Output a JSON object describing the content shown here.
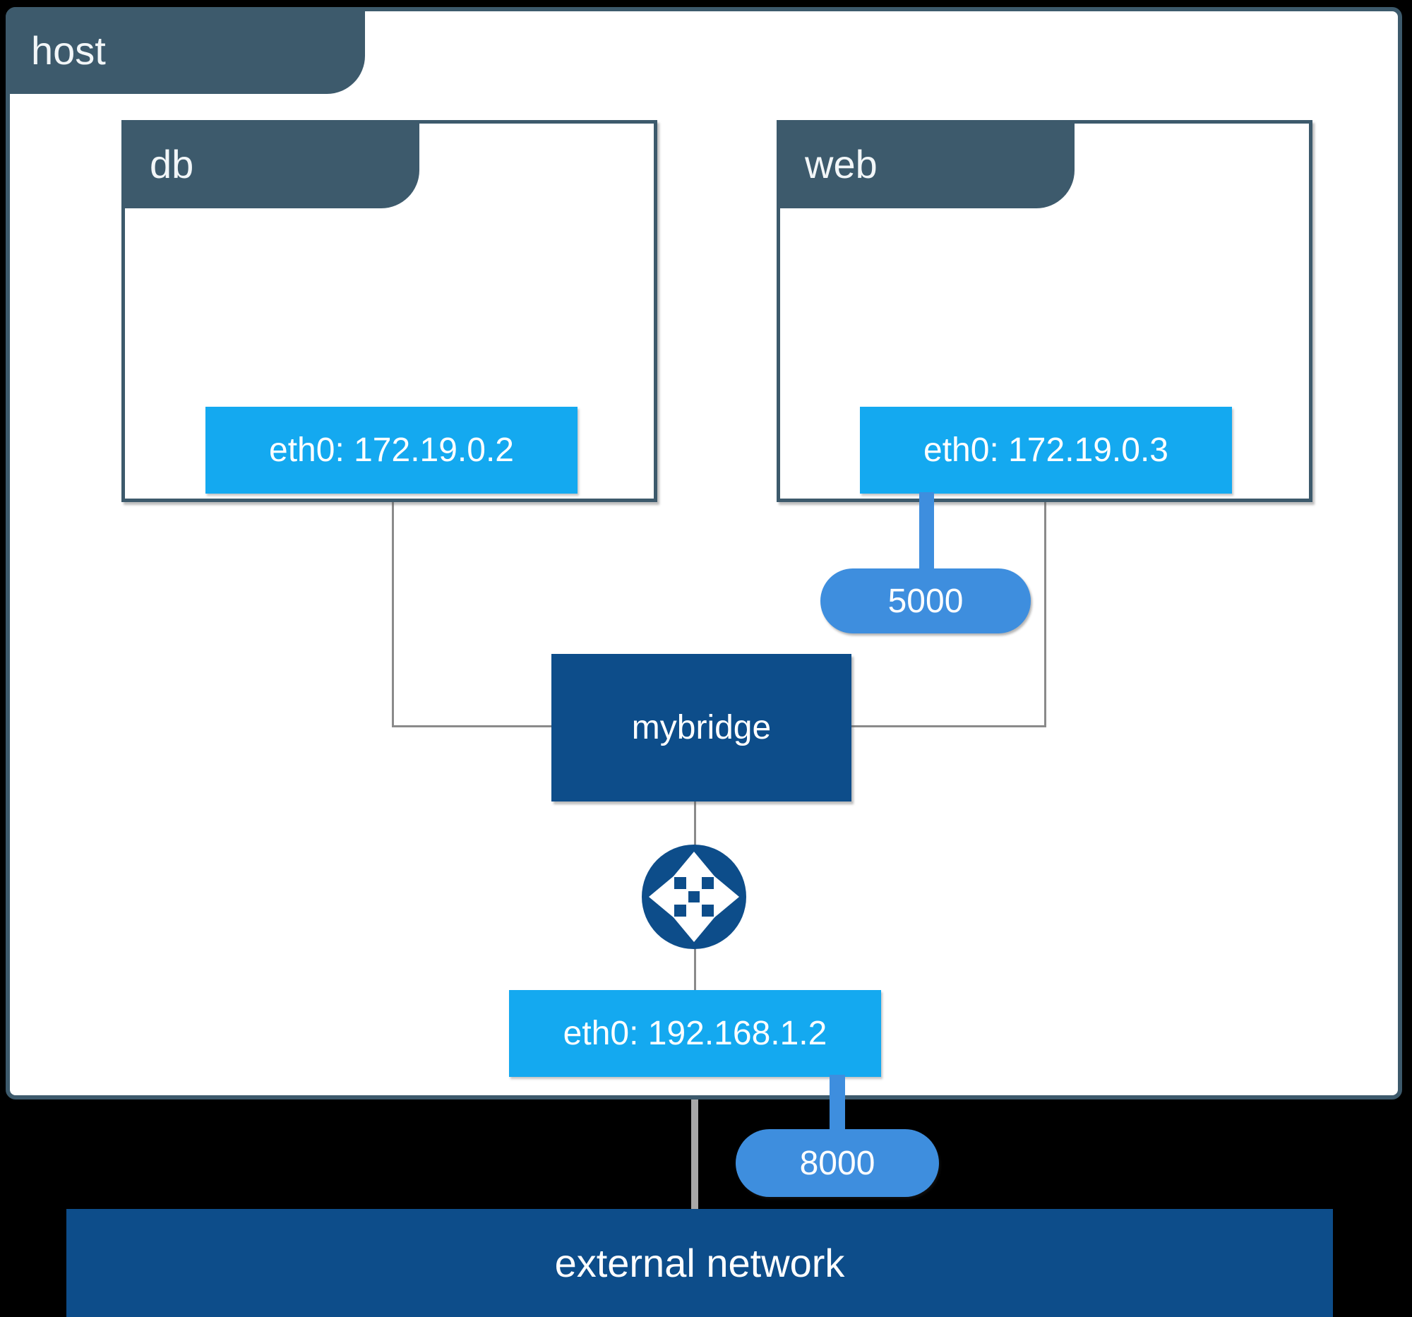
{
  "host": {
    "label": "host"
  },
  "containers": [
    {
      "label": "db",
      "interface": "eth0: 172.19.0.2"
    },
    {
      "label": "web",
      "interface": "eth0: 172.19.0.3",
      "published_port": "5000"
    }
  ],
  "bridge": {
    "label": "mybridge"
  },
  "host_interface": {
    "label": "eth0: 192.168.1.2",
    "published_port": "8000"
  },
  "external_network": {
    "label": "external network"
  },
  "icons": {
    "router": "crossed-arrows-router-icon"
  },
  "colors": {
    "slate": "#3D5A6C",
    "cyan": "#14A9F0",
    "royal_blue": "#3E8EDE",
    "navy": "#0D4D8A",
    "line_gray": "#8A8A8A",
    "thick_line_gray": "#A8A8A8",
    "background": "#000000",
    "surface": "#FFFFFF",
    "text": "#FFFFFF"
  }
}
